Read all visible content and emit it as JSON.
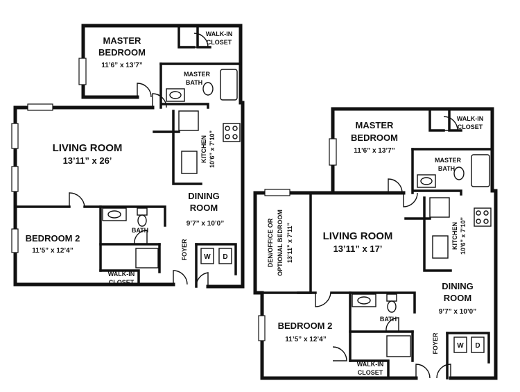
{
  "plan_a": {
    "master_bedroom": {
      "name_line1": "MASTER",
      "name_line2": "BEDROOM",
      "size": "11’6” x 13’7”"
    },
    "walk_in_closet_top": {
      "line1": "WALK-IN",
      "line2": "CLOSET"
    },
    "master_bath": {
      "line1": "MASTER",
      "line2": "BATH"
    },
    "kitchen": {
      "name": "KITCHEN",
      "size": "10’6” x 7’10”"
    },
    "living_room": {
      "name": "LIVING ROOM",
      "size": "13’11” x 26’"
    },
    "dining_room": {
      "name_line1": "DINING",
      "name_line2": "ROOM",
      "size": "9’7” x 10’0”"
    },
    "bath": {
      "name": "BATH"
    },
    "bedroom2": {
      "name": "BEDROOM 2",
      "size": "11’5” x 12’4”"
    },
    "walk_in_closet_bottom": {
      "line1": "WALK-IN",
      "line2": "CLOSET"
    },
    "foyer": {
      "name": "FOYER"
    },
    "washer": "W",
    "dryer": "D"
  },
  "plan_b": {
    "master_bedroom": {
      "name_line1": "MASTER",
      "name_line2": "BEDROOM",
      "size": "11’6” x 13’7”"
    },
    "walk_in_closet_top": {
      "line1": "WALK-IN",
      "line2": "CLOSET"
    },
    "master_bath": {
      "line1": "MASTER",
      "line2": "BATH"
    },
    "kitchen": {
      "name": "KITCHEN",
      "size": "10’6” x 7’10”"
    },
    "den": {
      "line1": "DEN/OFFICE OR",
      "line2": "OPTIONAL BEDROOM",
      "size": "13’11” x 7’11”"
    },
    "living_room": {
      "name": "LIVING ROOM",
      "size": "13’11” x 17’"
    },
    "dining_room": {
      "name_line1": "DINING",
      "name_line2": "ROOM",
      "size": "9’7” x 10’0”"
    },
    "bath": {
      "name": "BATH"
    },
    "bedroom2": {
      "name": "BEDROOM 2",
      "size": "11’5” x 12’4”"
    },
    "walk_in_closet_bottom": {
      "line1": "WALK-IN",
      "line2": "CLOSET"
    },
    "foyer": {
      "name": "FOYER"
    },
    "washer": "W",
    "dryer": "D"
  }
}
